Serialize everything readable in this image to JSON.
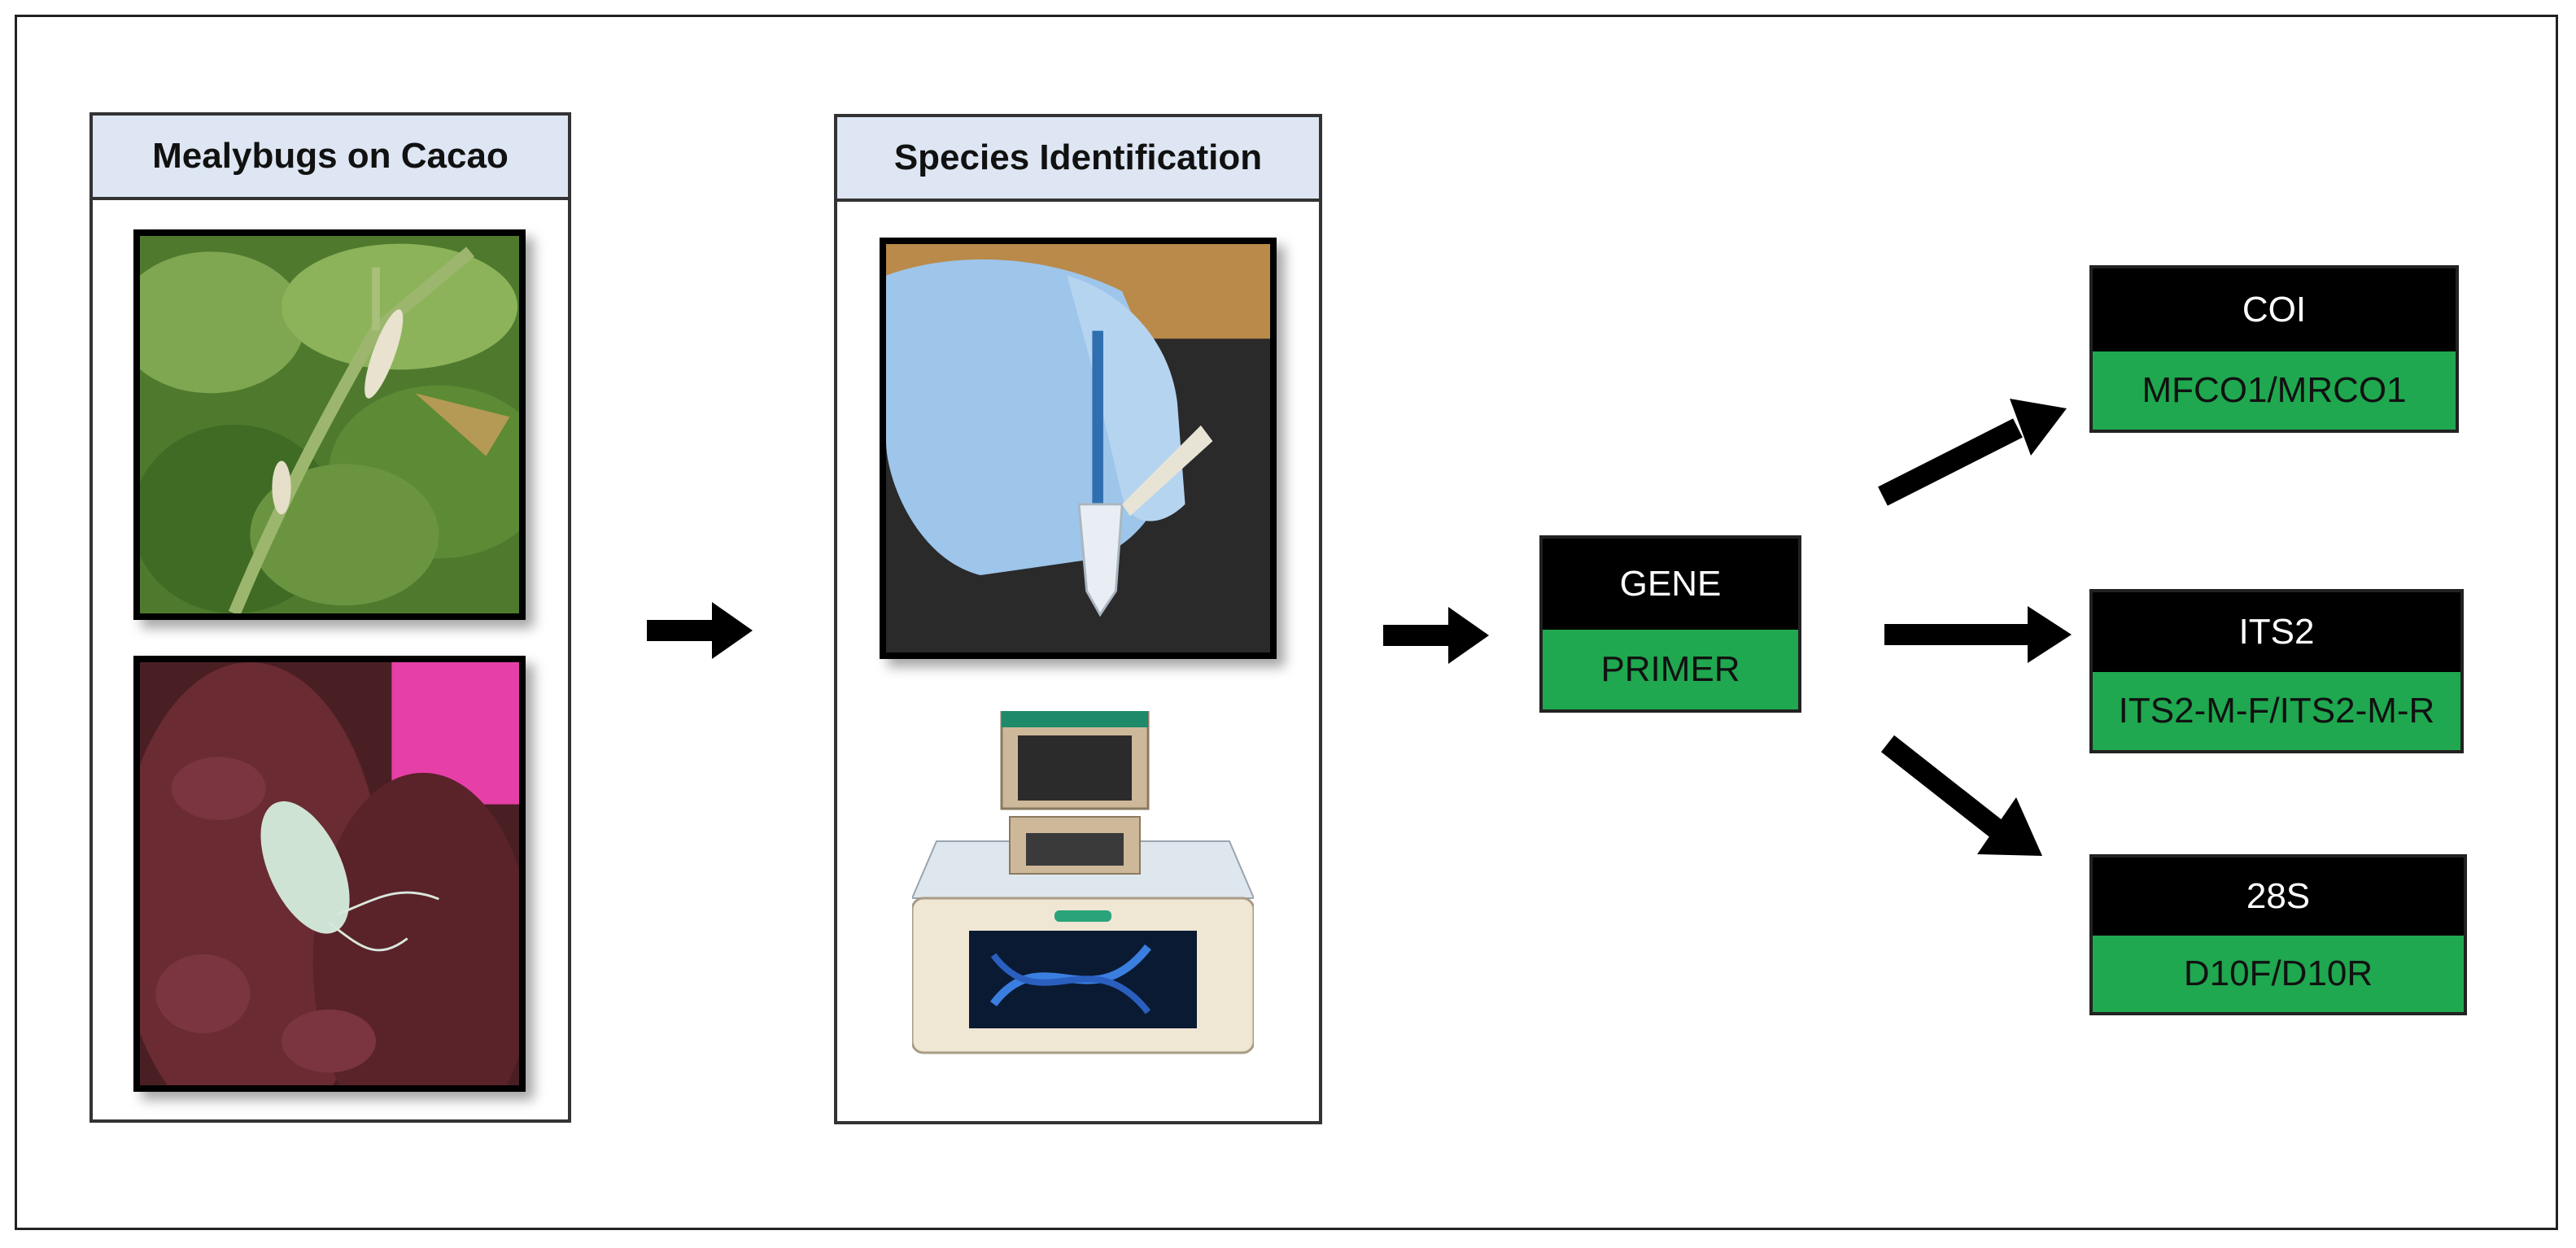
{
  "panels": {
    "mealybugs": {
      "title": "Mealybugs on Cacao"
    },
    "species": {
      "title": "Species Identification"
    }
  },
  "gene_box": {
    "top": "GENE",
    "bottom": "PRIMER"
  },
  "targets": [
    {
      "gene": "COI",
      "primer": "MFCO1/MRCO1"
    },
    {
      "gene": "ITS2",
      "primer": "ITS2-M-F/ITS2-M-R"
    },
    {
      "gene": "28S",
      "primer": "D10F/D10R"
    }
  ],
  "colors": {
    "header_bg": "#dde6f2",
    "primer_green": "#1fa84f",
    "gene_black": "#000000"
  }
}
